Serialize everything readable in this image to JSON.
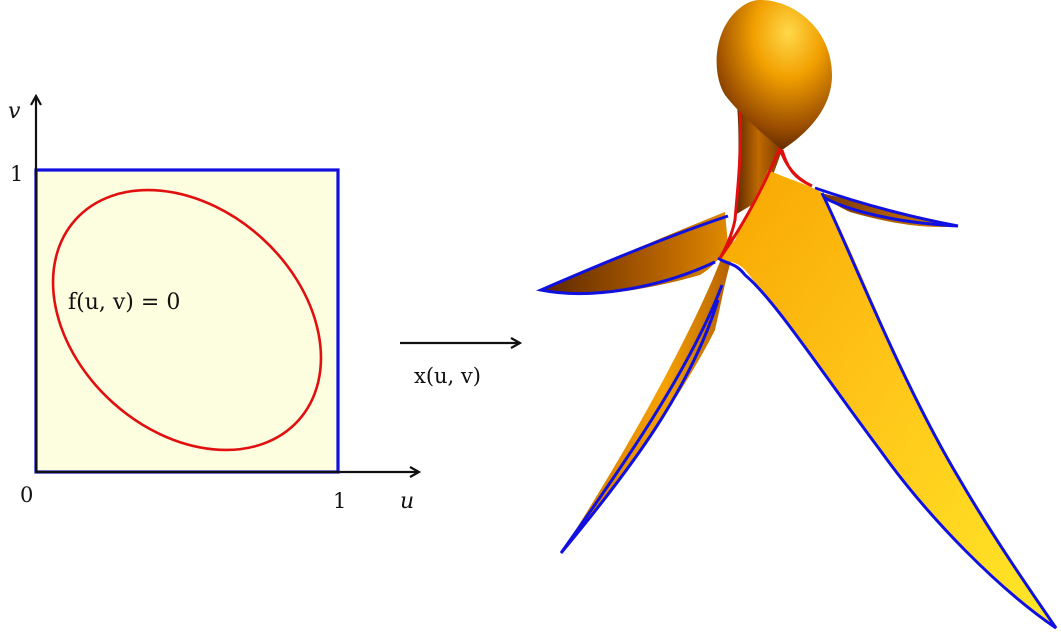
{
  "domain_panel": {
    "v_axis_label": "v",
    "u_axis_label": "u",
    "tick_v_one": "1",
    "tick_origin": "0",
    "tick_u_one": "1",
    "curve_label": "f(u, v) = 0",
    "colors": {
      "fill": "#fdfde0",
      "square_stroke": "#1010e0",
      "curve_stroke": "#e01010",
      "axes": "#111111"
    }
  },
  "map_arrow": {
    "label": "x(u, v)"
  },
  "surface": {
    "colors": {
      "light": "#ffe21a",
      "mid": "#f5a100",
      "dark": "#6a2f00",
      "boundary": "#1010e0",
      "trim_curve": "#e01010"
    }
  }
}
